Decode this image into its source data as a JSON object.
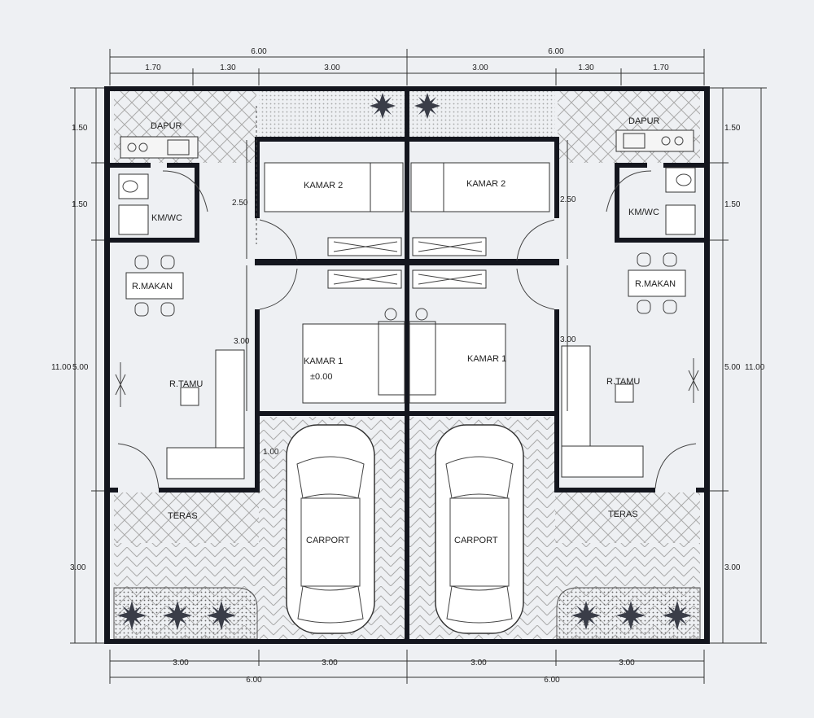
{
  "top_dims": {
    "left_total": "6.00",
    "right_total": "6.00",
    "left_parts": [
      "1.70",
      "1.30",
      "3.00"
    ],
    "right_parts": [
      "3.00",
      "1.30",
      "1.70"
    ]
  },
  "bottom_dims": {
    "parts": [
      "3.00",
      "3.00",
      "3.00",
      "3.00"
    ],
    "left_total": "6.00",
    "right_total": "6.00"
  },
  "left_dims": {
    "total": "11.00",
    "parts": [
      "1.50",
      "1.50",
      "5.00",
      "3.00"
    ]
  },
  "right_dims": {
    "total": "11.00",
    "parts": [
      "1.50",
      "1.50",
      "5.00",
      "3.00"
    ]
  },
  "inner_dims": {
    "kamar2_height": "2.50",
    "kamar1_height": "3.00",
    "carport_offset": "1.00"
  },
  "rooms": {
    "dapur": "DAPUR",
    "kmwc": "KM/WC",
    "makan": "R.MAKAN",
    "tamu": "R.TAMU",
    "kamar2": "KAMAR 2",
    "kamar1": "KAMAR 1",
    "teras": "TERAS",
    "carport": "CARPORT",
    "level": "±0.00"
  }
}
